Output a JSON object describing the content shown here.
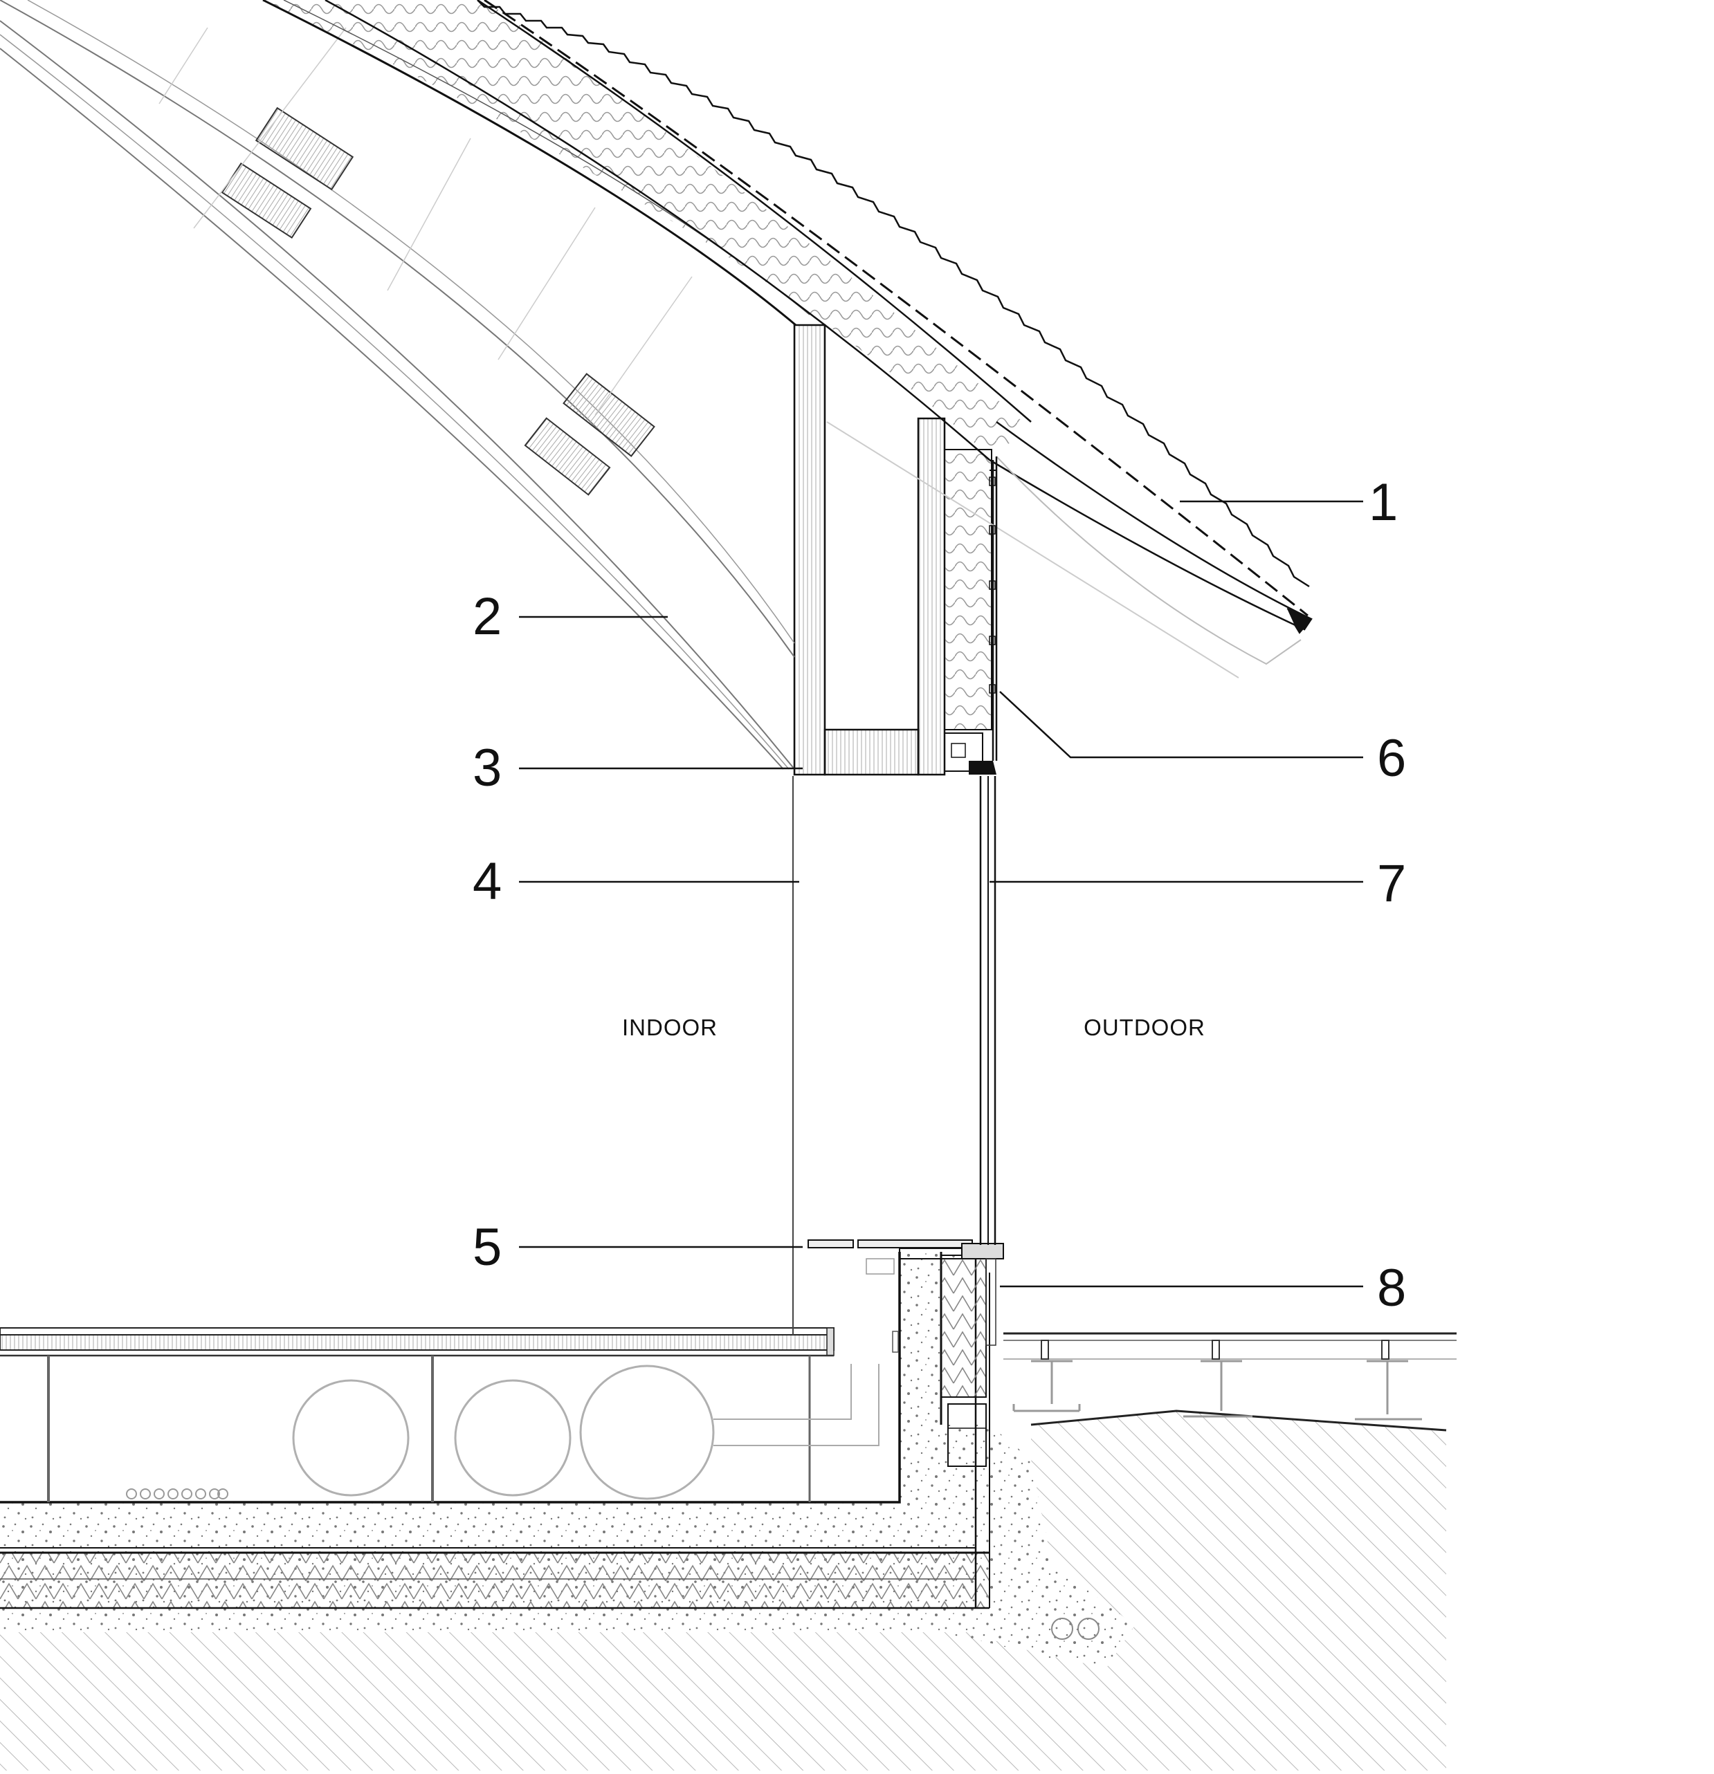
{
  "diagram": {
    "callouts": [
      {
        "id": "1",
        "label": "1"
      },
      {
        "id": "2",
        "label": "2"
      },
      {
        "id": "3",
        "label": "3"
      },
      {
        "id": "4",
        "label": "4"
      },
      {
        "id": "5",
        "label": "5"
      },
      {
        "id": "6",
        "label": "6"
      },
      {
        "id": "7",
        "label": "7"
      },
      {
        "id": "8",
        "label": "8"
      }
    ],
    "zones": {
      "indoor": "INDOOR",
      "outdoor": "OUTDOOR"
    },
    "colors": {
      "line": "#111111",
      "light_line": "#9a9a9a",
      "hatch": "#b5b5b5",
      "concrete_dot": "#7a7a7a"
    }
  }
}
